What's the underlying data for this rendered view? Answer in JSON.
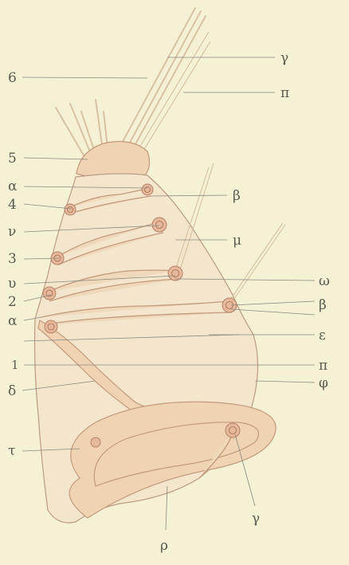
{
  "figure": {
    "labels_left": [
      "6",
      "5",
      "α",
      "4",
      "ν",
      "3",
      "υ",
      "2",
      "α",
      "1",
      "δ",
      "τ"
    ],
    "labels_right": [
      "γ",
      "π",
      "β",
      "μ",
      "ω",
      "β",
      "ε",
      "π",
      "φ"
    ],
    "labels_bottom": [
      "γ",
      "ρ"
    ]
  },
  "colors": {
    "paper": "#f4f1d5",
    "tissue": "#f0d8bb",
    "outline": "#c49a7c",
    "text": "#5a5a50"
  }
}
